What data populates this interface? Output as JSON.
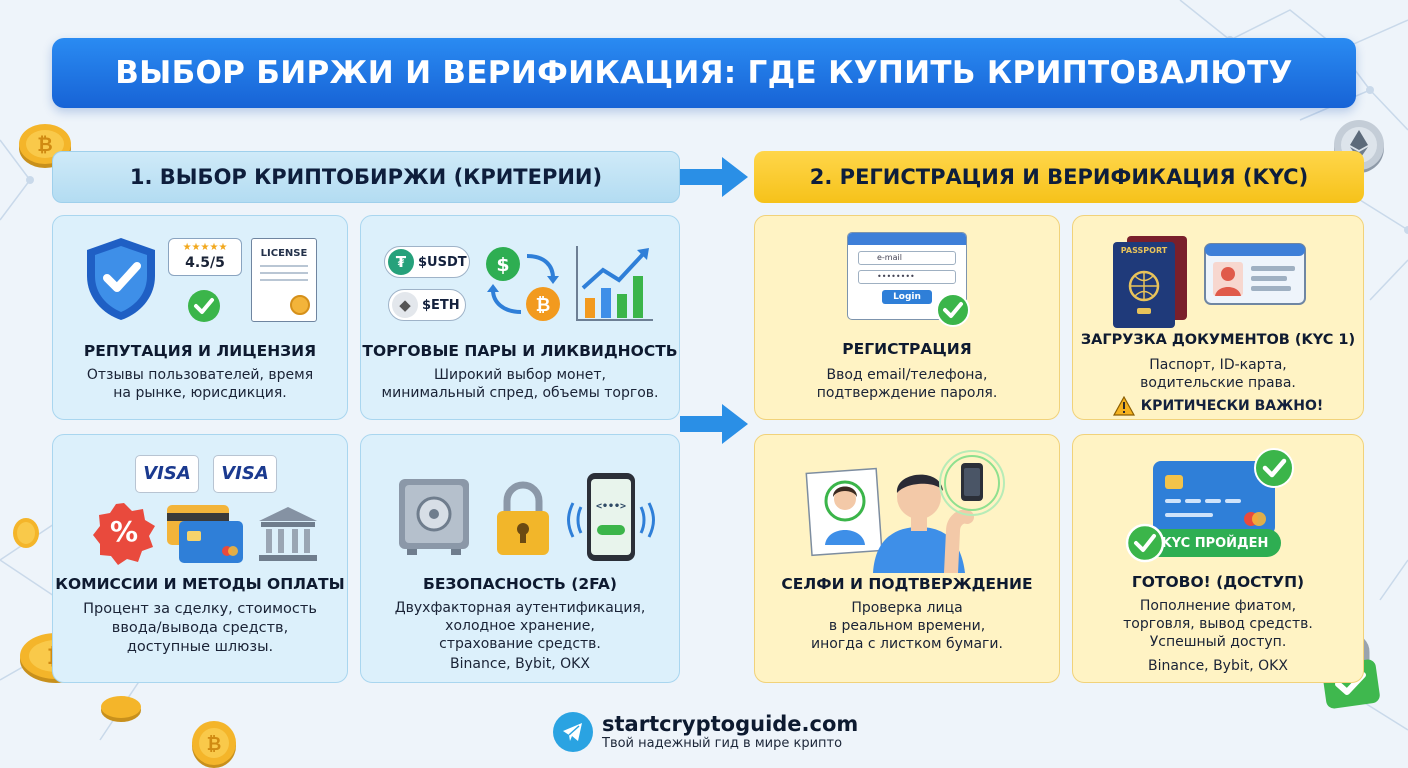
{
  "banner": {
    "title": "ВЫБОР БИРЖИ И ВЕРИФИКАЦИЯ: ГДЕ КУПИТЬ КРИПТОВАЛЮТУ"
  },
  "section1": {
    "title": "1. ВЫБОР КРИПТОБИРЖИ (КРИТЕРИИ)",
    "cards": [
      {
        "title": "РЕПУТАЦИЯ И ЛИЦЕНЗИЯ",
        "desc": "Отзывы пользователей, время\nна рынке, юрисдикция.",
        "rating": "4.5/5",
        "license": "LICENSE"
      },
      {
        "title": "ТОРГОВЫЕ ПАРЫ И ЛИКВИДНОСТЬ",
        "desc": "Широкий выбор монет,\nминимальный спред, объемы торгов.",
        "pair1": "$USDT",
        "pair2": "$ETH"
      },
      {
        "title": "КОМИССИИ И МЕТОДЫ ОПЛАТЫ",
        "desc": "Процент за сделку, стоимость\nввода/вывода средств,\nдоступные шлюзы.",
        "visa": "VISA",
        "percent": "%"
      },
      {
        "title": "БЕЗОПАСНОСТЬ (2FA)",
        "desc": "Двухфакторная аутентификация,\nхолодное хранение,\nстрахование средств.",
        "exchanges": "Binance, Bybit, OKX"
      }
    ]
  },
  "section2": {
    "title": "2. РЕГИСТРАЦИЯ И ВЕРИФИКАЦИЯ (KYC)",
    "cards": [
      {
        "title": "РЕГИСТРАЦИЯ",
        "desc": "Ввод email/телефона,\nподтверждение пароля.",
        "email_placeholder": "e-mail",
        "password_mask": "••••••••",
        "login": "Login"
      },
      {
        "title": "ЗАГРУЗКА ДОКУМЕНТОВ (KYC 1)",
        "desc": "Паспорт, ID-карта,\nводительские права.",
        "warning": "КРИТИЧЕСКИ ВАЖНО!",
        "passport": "PASSPORT"
      },
      {
        "title": "СЕЛФИ И ПОДТВЕРЖДЕНИЕ",
        "desc": "Проверка лица\nв реальном времени,\nиногда с листком бумаги."
      },
      {
        "title": "ГОТОВО! (ДОСТУП)",
        "desc": "Пополнение фиатом,\nторговля, вывод средств.\nУспешный доступ.",
        "exchanges": "Binance, Bybit, OKX",
        "kyc_badge": "KYC ПРОЙДЕН"
      }
    ]
  },
  "footer": {
    "site": "startcryptoguide.com",
    "tagline": "Твой надежный гид в мире крипто"
  },
  "colors": {
    "blue": "#1763d6",
    "yellow": "#f6c21a",
    "green": "#3bb54a",
    "cardBlue": "#dcf0fb",
    "cardYellow": "#fff3c4"
  },
  "icons": [
    "shield-check-icon",
    "license-icon",
    "usdt-icon",
    "eth-icon",
    "dollar-icon",
    "bitcoin-icon",
    "chart-icon",
    "visa-icon",
    "percent-icon",
    "card-icon",
    "bank-icon",
    "safe-icon",
    "padlock-icon",
    "phone-2fa-icon",
    "login-window-icon",
    "passport-icon",
    "id-card-icon",
    "selfie-icon",
    "credit-card-icon",
    "telegram-icon",
    "ethereum-coin-icon",
    "bitcoin-coin-icon"
  ]
}
